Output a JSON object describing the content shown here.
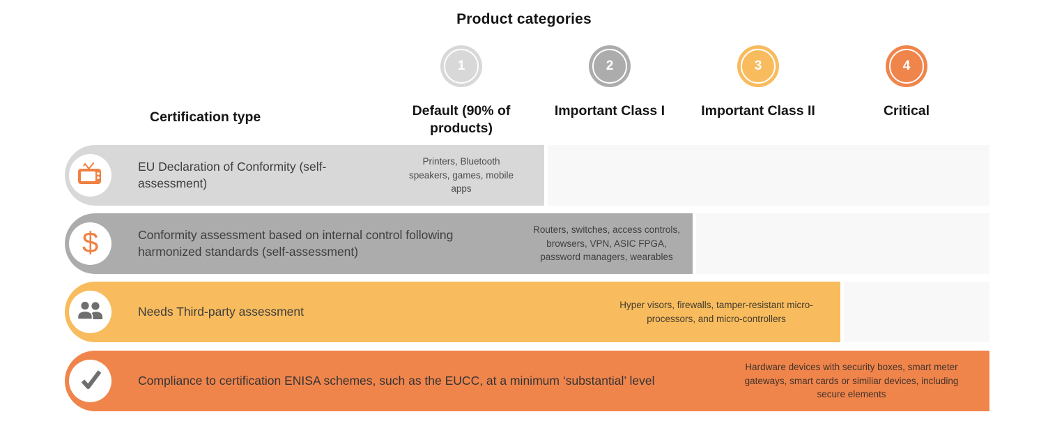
{
  "title": "Product categories",
  "colors": {
    "category_1": "#D8D8D8",
    "category_2": "#ACACAC",
    "category_3": "#F8BC5E",
    "category_4": "#F0854C",
    "row_track": "#F8F8F8",
    "icon_orange": "#EF8142",
    "icon_gray": "#6E6E6E"
  },
  "table": {
    "certification_type_header": "Certification type",
    "categories": [
      {
        "number": "1",
        "label": "Default (90% of products)",
        "color": "#D8D8D8"
      },
      {
        "number": "2",
        "label": "Important Class I",
        "color": "#ACACAC"
      },
      {
        "number": "3",
        "label": "Important Class II",
        "color": "#F8BC5E"
      },
      {
        "number": "4",
        "label": "Critical",
        "color": "#F0854C"
      }
    ],
    "rows": [
      {
        "icon": "tv-icon",
        "certification": "EU Declaration of Conformity (self-assessment)",
        "products": "Printers, Bluetooth speakers, games, mobile apps",
        "bar_color": "#D8D8D8",
        "covers_categories": "1"
      },
      {
        "icon": "dollar-icon",
        "icon_char": "$",
        "certification": "Conformity assessment based on internal control following harmonized standards (self-assessment)",
        "products": "Routers, switches, access controls, browsers, VPN, ASIC FPGA, password managers, wearables",
        "bar_color": "#ACACAC",
        "covers_categories": "1-2"
      },
      {
        "icon": "people-icon",
        "certification": "Needs Third-party assessment",
        "products": "Hyper visors, firewalls, tamper-resistant micro-processors, and micro-controllers",
        "bar_color": "#F8BC5E",
        "covers_categories": "1-3"
      },
      {
        "icon": "check-icon",
        "certification": "Compliance to certification ENISA schemes, such as the EUCC, at a minimum ‘substantial’ level",
        "products": "Hardware devices with security boxes, smart meter gateways, smart cards or similiar devices, including secure elements",
        "bar_color": "#F0854C",
        "covers_categories": "1-4"
      }
    ]
  }
}
